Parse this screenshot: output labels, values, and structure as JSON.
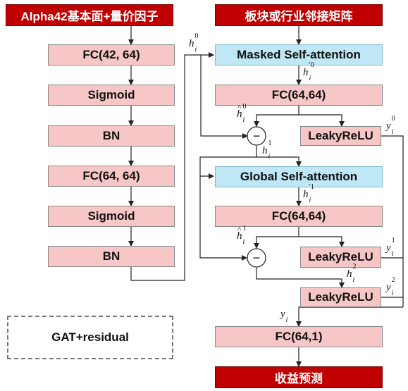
{
  "left_column": {
    "header": "Alpha42基本面+量价因子",
    "blocks": [
      "FC(42, 64)",
      "Sigmoid",
      "BN",
      "FC(64, 64)",
      "Sigmoid",
      "BN"
    ]
  },
  "legend": {
    "label": "GAT+residual"
  },
  "right_column": {
    "header": "板块或行业邻接矩阵",
    "masked_attention": "Masked Self-attention",
    "fc_1": "FC(64,64)",
    "leaky_1": "LeakyReLU",
    "global_attention": "Global Self-attention",
    "fc_2": "FC(64,64)",
    "leaky_2": "LeakyReLU",
    "leaky_3": "LeakyReLU",
    "fc_out": "FC(64,1)",
    "footer": "收益预测"
  },
  "symbols": {
    "minus": "−"
  },
  "math": {
    "h": "h",
    "i": "i",
    "y": "y",
    "h0_sup": "0",
    "h1_sup": "1",
    "h2_sup": "2",
    "hp0_sup": "′0",
    "hp1_sup": "′1",
    "y0_sup": "0",
    "y1_sup": "1",
    "y2_sup": "2",
    "hat": "^"
  },
  "colors": {
    "pink": "#f7c6c6",
    "blue": "#bfe7f5",
    "red": "#c00000"
  }
}
